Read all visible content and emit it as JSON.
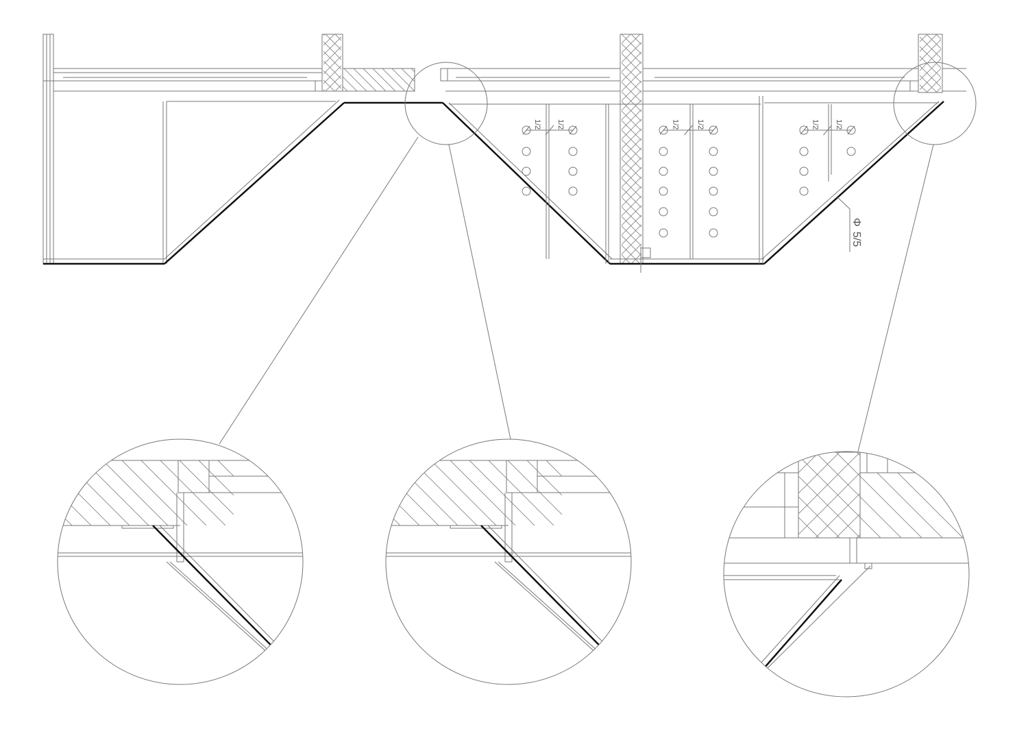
{
  "drawing": {
    "dimension_labels": [
      "1/2",
      "1/2",
      "1/2",
      "1/2",
      "1/2",
      "1/2"
    ],
    "callout": {
      "symbol": "Φ",
      "text": "5/5"
    },
    "line_color": "#777777",
    "thick_line_color": "#111111"
  }
}
